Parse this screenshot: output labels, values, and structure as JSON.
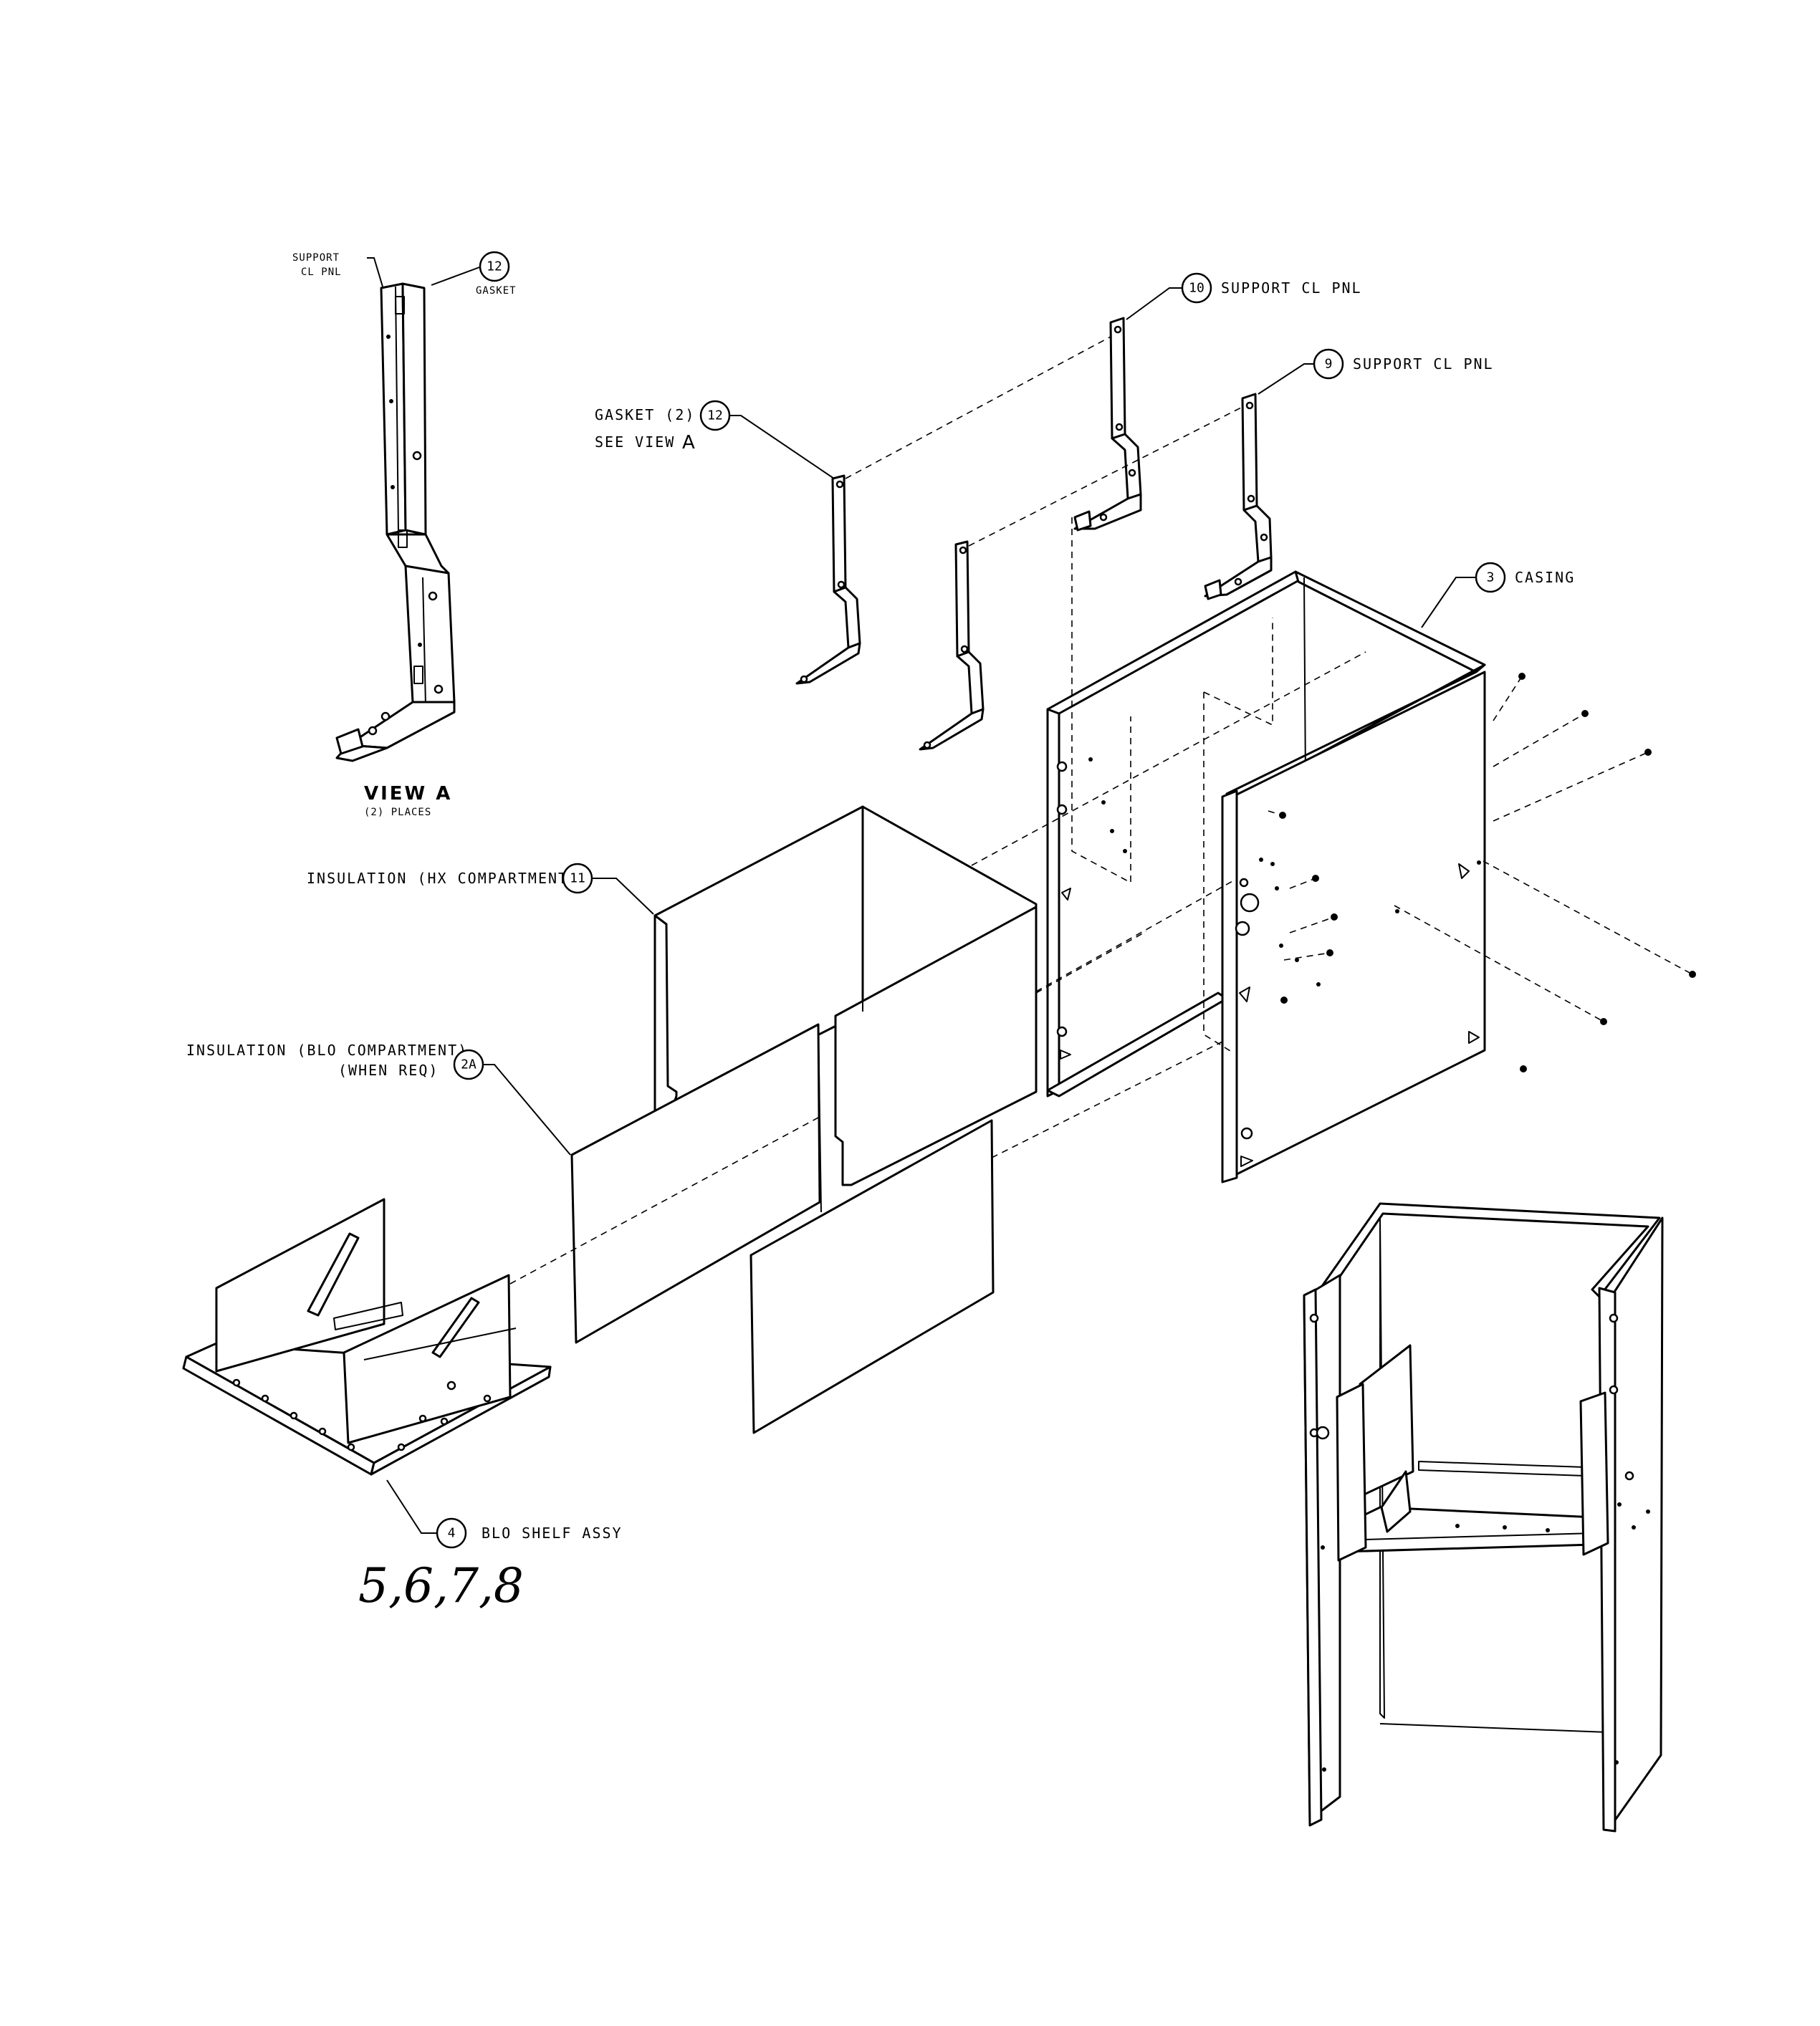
{
  "labels": {
    "view_a_support": "SUPPORT",
    "view_a_cl_pnl": "CL PNL",
    "view_a_gasket": "GASKET",
    "view_a_title": "VIEW A",
    "view_a_places": "(2) PLACES",
    "support_10": "SUPPORT CL PNL",
    "support_9": "SUPPORT CL PNL",
    "gasket_2": "GASKET (2)",
    "see_view": "SEE VIEW",
    "see_view_letter": "A",
    "casing": "CASING",
    "ins_hx": "INSULATION (HX COMPARTMENT)",
    "ins_blo": "INSULATION (BLO COMPARTMENT)",
    "when_req": "(WHEN REQ)",
    "blo_shelf": "BLO SHELF ASSY",
    "handwritten": "5,6,7,8"
  },
  "balloons": {
    "b12_view": "12",
    "b10": "10",
    "b9": "9",
    "b12": "12",
    "b3": "3",
    "b11": "11",
    "b2a": "2A",
    "b4": "4"
  }
}
